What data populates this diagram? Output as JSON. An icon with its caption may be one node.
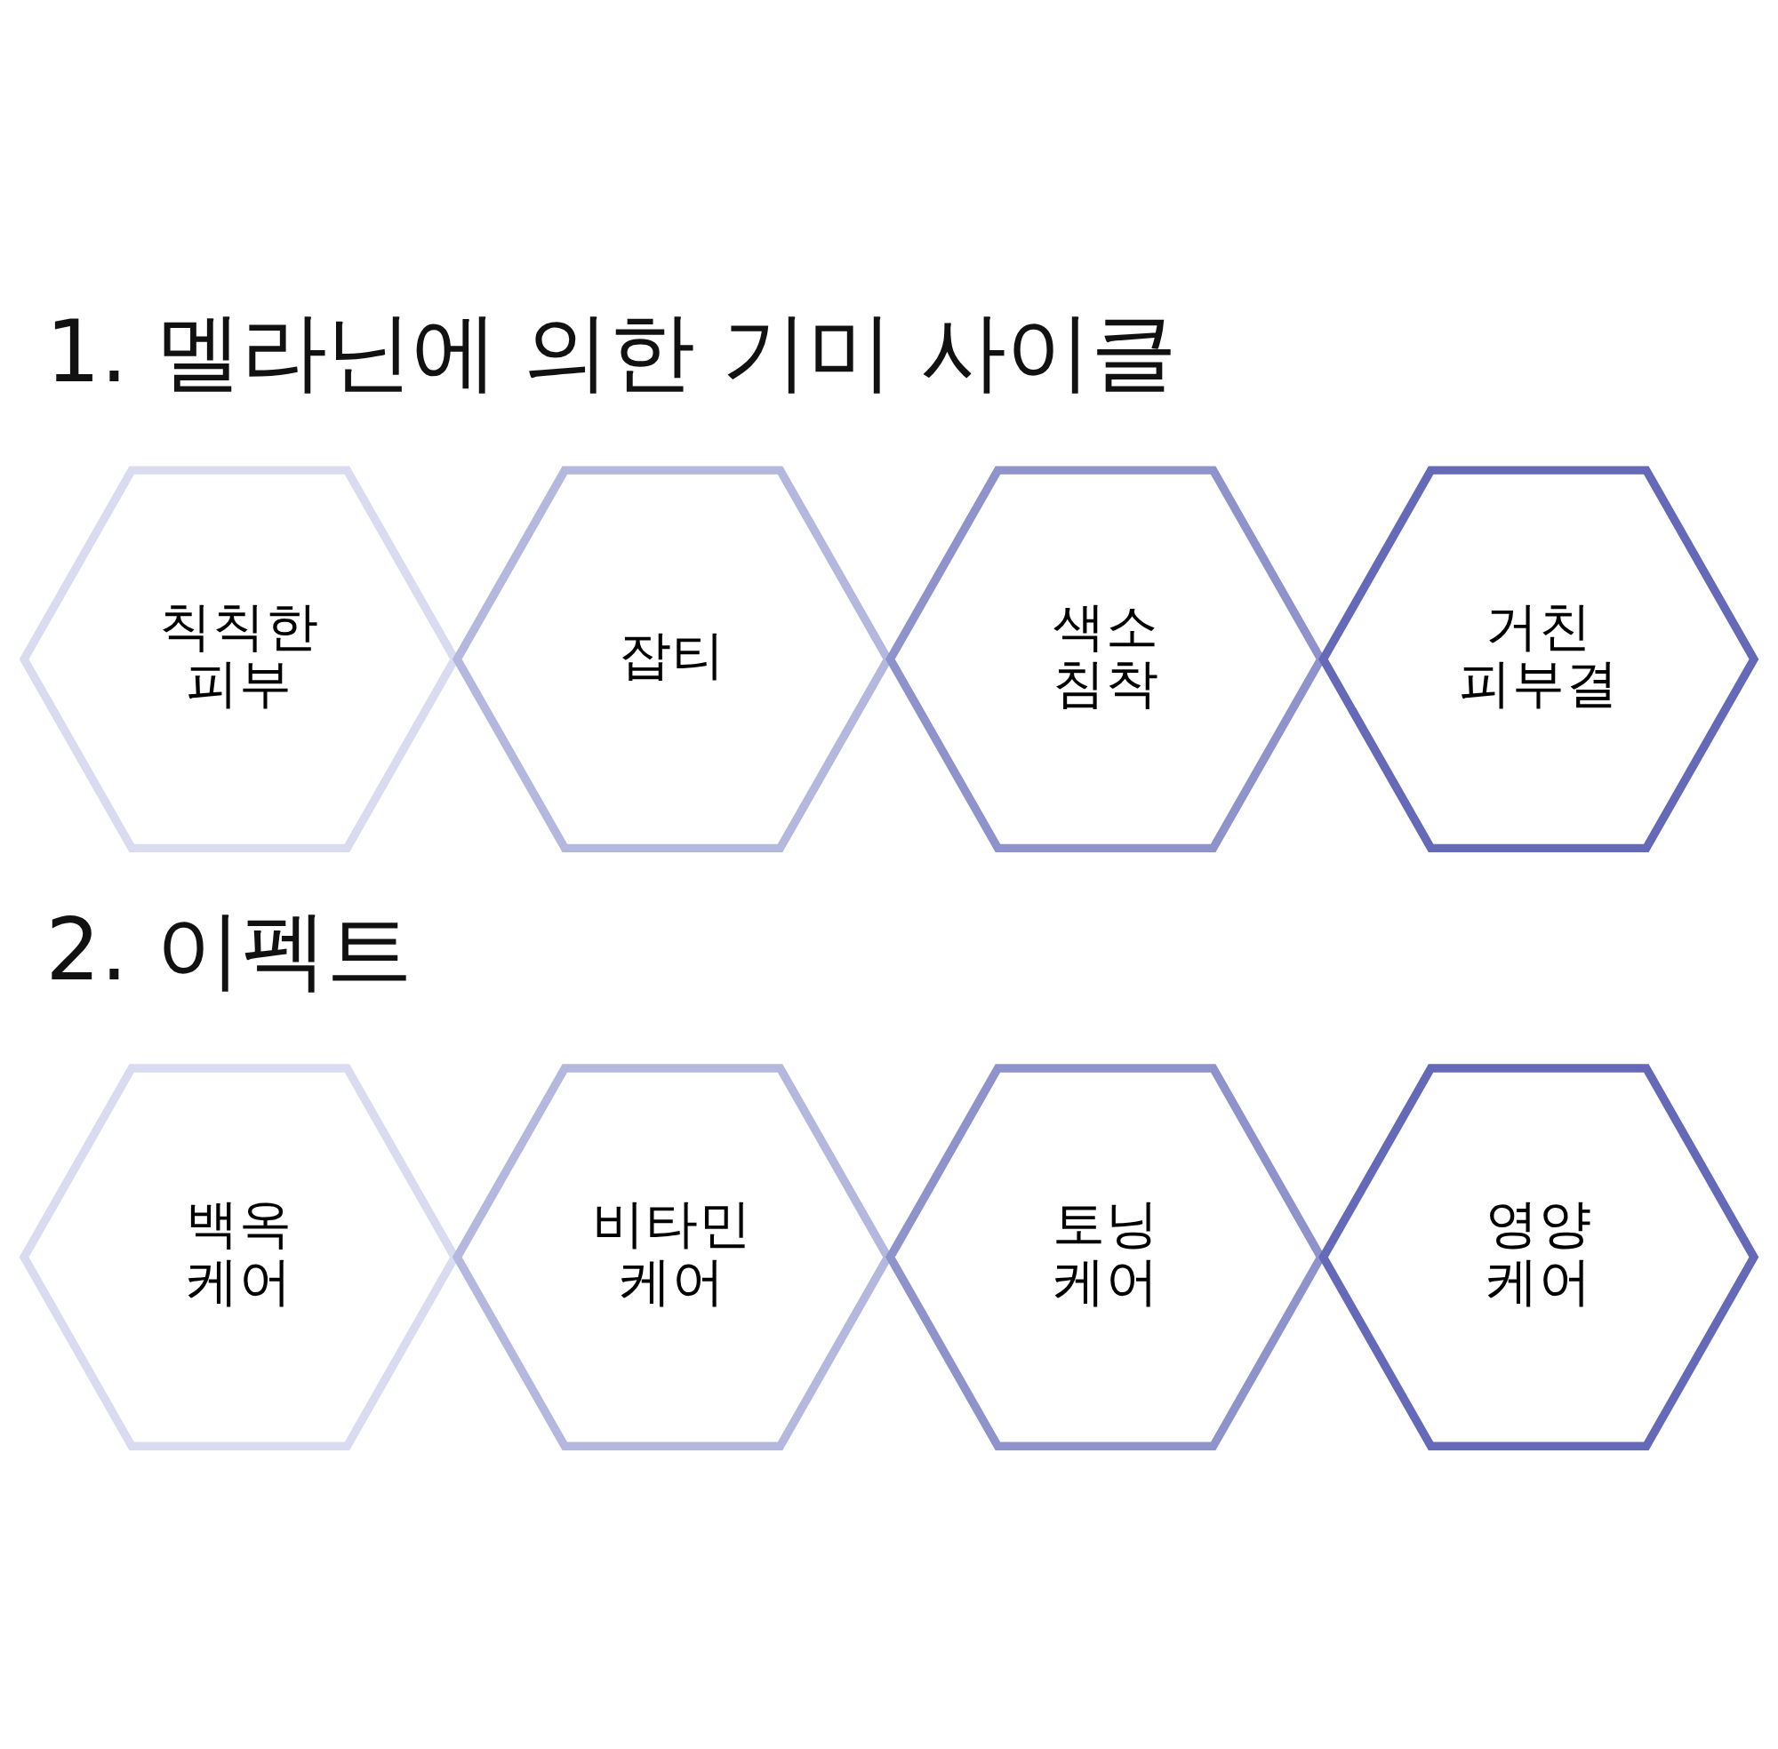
{
  "diagram": {
    "nodes": [
      {
        "text": [
          "칙칙한 피부"
        ]
      },
      {
        "text": [
          "잡티"
        ]
      },
      {
        "text": [
          "색소 침착"
        ]
      },
      {
        "text": [
          "거친 피부결"
        ]
      },
      {
        "text": [
          "백옥 케어"
        ]
      },
      {
        "text": [
          "비타민 케어"
        ]
      },
      {
        "text": [
          "토닝 케어"
        ]
      },
      {
        "text": [
          "영양 케어"
        ]
      }
    ],
    "labels": [
      "1. 멜라닌에 의한 기미 사이클",
      "2. 이펙트"
    ]
  }
}
